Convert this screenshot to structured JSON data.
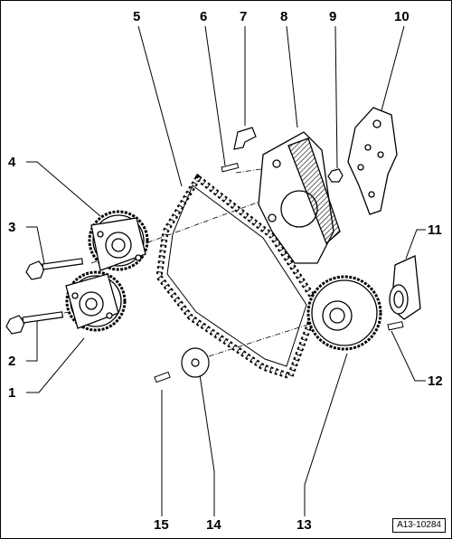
{
  "callouts": [
    "1",
    "2",
    "3",
    "4",
    "5",
    "6",
    "7",
    "8",
    "9",
    "10",
    "11",
    "12",
    "13",
    "14",
    "15"
  ],
  "reference": "A13-10284",
  "parts": {
    "p1": "camshaft-adjuster-exhaust",
    "p2": "bolt-long",
    "p3": "bolt-long",
    "p4": "camshaft-adjuster-intake",
    "p5": "timing-chain",
    "p6": "guide-pin",
    "p7": "bracket-clip",
    "p8": "chain-tensioner-housing",
    "p9": "nut",
    "p10": "cover-plate",
    "p11": "bearing-bracket",
    "p12": "bolt-short",
    "p13": "crankshaft-sprocket",
    "p14": "washer",
    "p15": "bolt-short"
  }
}
